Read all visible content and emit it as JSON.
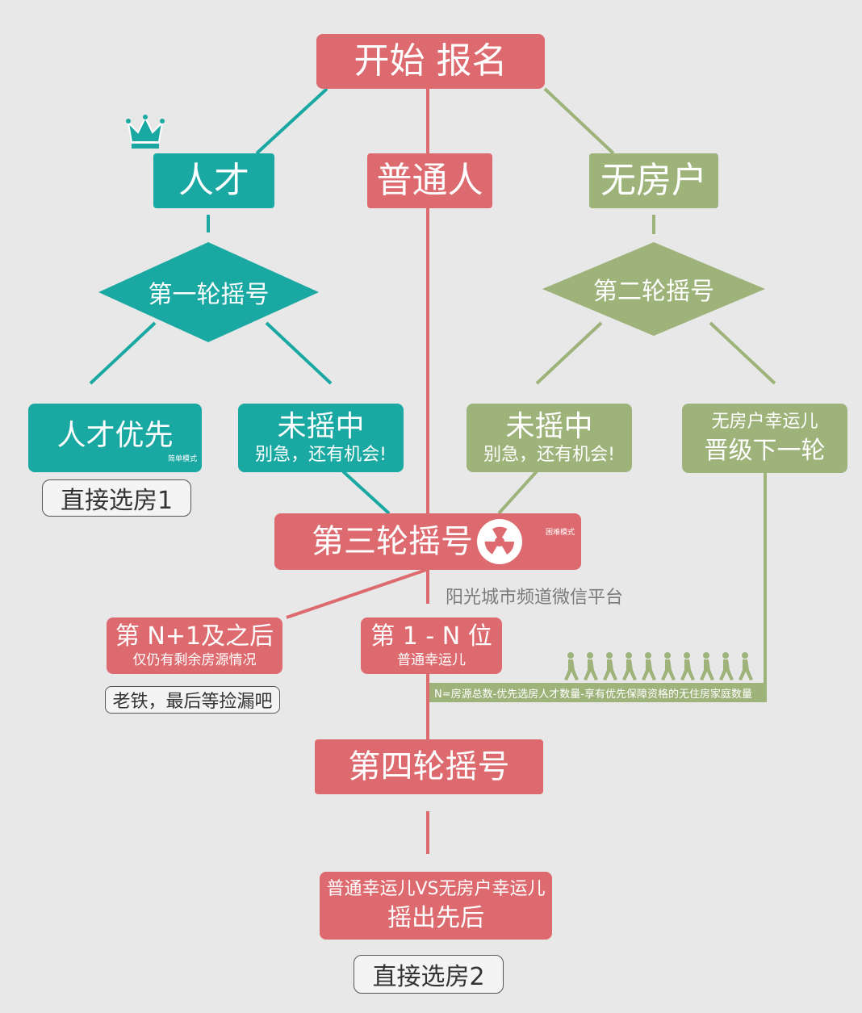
{
  "start": {
    "label": "开始 报名"
  },
  "categories": {
    "talent": "人才",
    "ordinary": "普通人",
    "no_house": "无房户"
  },
  "round1": {
    "label": "第一轮摇号"
  },
  "round2": {
    "label": "第二轮摇号"
  },
  "talent_priority": {
    "label": "人才优先",
    "note": "简单模式"
  },
  "not_selected_1": {
    "title": "未摇中",
    "subtitle": "别急，还有机会!"
  },
  "not_selected_2": {
    "title": "未摇中",
    "subtitle": "别急，还有机会!"
  },
  "no_house_lucky": {
    "line1": "无房户幸运儿",
    "line2": "晋级下一轮"
  },
  "direct_pick_1": {
    "label": "直接选房1"
  },
  "round3": {
    "label": "第三轮摇号",
    "note": "困难模式"
  },
  "watermark": {
    "text": "阳光城市频道微信平台"
  },
  "after_n": {
    "title": "第 N+1及之后",
    "subtitle": "仅仍有剩余房源情况"
  },
  "top_n": {
    "title": "第 1 - N 位",
    "subtitle": "普通幸运儿"
  },
  "leftover": {
    "label": "老铁，最后等捡漏吧"
  },
  "formula": {
    "text": "N=房源总数-优先选房人才数量-享有优先保障资格的无住房家庭数量"
  },
  "round4": {
    "label": "第四轮摇号"
  },
  "final": {
    "line1": "普通幸运儿VS无房户幸运儿",
    "line2": "摇出先后"
  },
  "direct_pick_2": {
    "label": "直接选房2"
  },
  "colors": {
    "red": "#dd6a6f",
    "teal": "#1aa8a2",
    "green": "#9db37a",
    "background": "#e8e8e8"
  },
  "icons": [
    "crown-icon",
    "radiation-icon",
    "walking-people-icon"
  ]
}
